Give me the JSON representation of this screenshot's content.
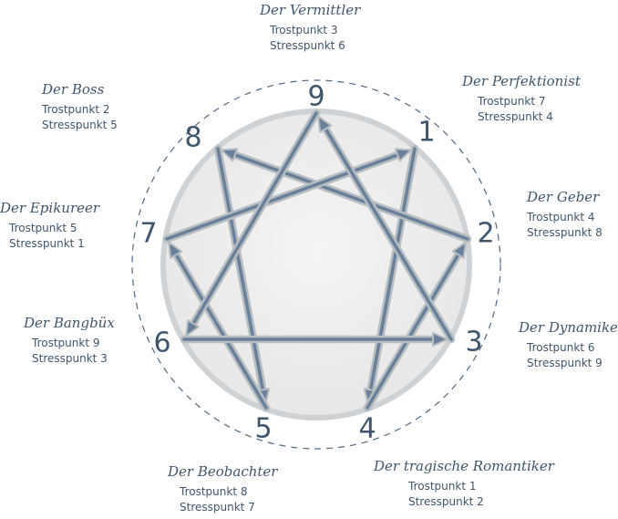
{
  "colors": {
    "text": "#3f556b",
    "arrow_fill": "#68809a",
    "arrow_outline": "#b8bdc2",
    "ring": "#cfd2d5",
    "disc_fill": "#ececec",
    "dashed_circle": "#4f6780"
  },
  "points": [
    {
      "number": "9",
      "name": "Der  Vermittler",
      "comfort": "Trostpunkt 3",
      "stress": "Stresspunkt 6"
    },
    {
      "number": "1",
      "name": "Der Perfektionist",
      "comfort": "Trostpunkt 7",
      "stress": "Stresspunkt 4"
    },
    {
      "number": "2",
      "name": "Der Geber",
      "comfort": "Trostpunkt 4",
      "stress": "Stresspunkt 8"
    },
    {
      "number": "3",
      "name": "Der Dynamiker",
      "comfort": "Trostpunkt 6",
      "stress": "Stresspunkt 9"
    },
    {
      "number": "4",
      "name": "Der tragische Romantiker",
      "comfort": "Trostpunkt 1",
      "stress": "Stresspunkt 2"
    },
    {
      "number": "5",
      "name": "Der Beobachter",
      "comfort": "Trostpunkt 8",
      "stress": "Stresspunkt 7"
    },
    {
      "number": "6",
      "name": "Der Bangbüx",
      "comfort": "Trostpunkt 9",
      "stress": "Stresspunkt 3"
    },
    {
      "number": "7",
      "name": "Der Epikureer",
      "comfort": "Trostpunkt 5",
      "stress": "Stresspunkt 1"
    },
    {
      "number": "8",
      "name": "Der Boss",
      "comfort": "Trostpunkt 2",
      "stress": "Stresspunkt 5"
    }
  ],
  "arrows": [
    {
      "from": "1",
      "to": "4"
    },
    {
      "from": "4",
      "to": "2"
    },
    {
      "from": "2",
      "to": "8"
    },
    {
      "from": "8",
      "to": "5"
    },
    {
      "from": "5",
      "to": "7"
    },
    {
      "from": "7",
      "to": "1"
    },
    {
      "from": "9",
      "to": "6"
    },
    {
      "from": "6",
      "to": "3"
    },
    {
      "from": "3",
      "to": "9"
    }
  ]
}
